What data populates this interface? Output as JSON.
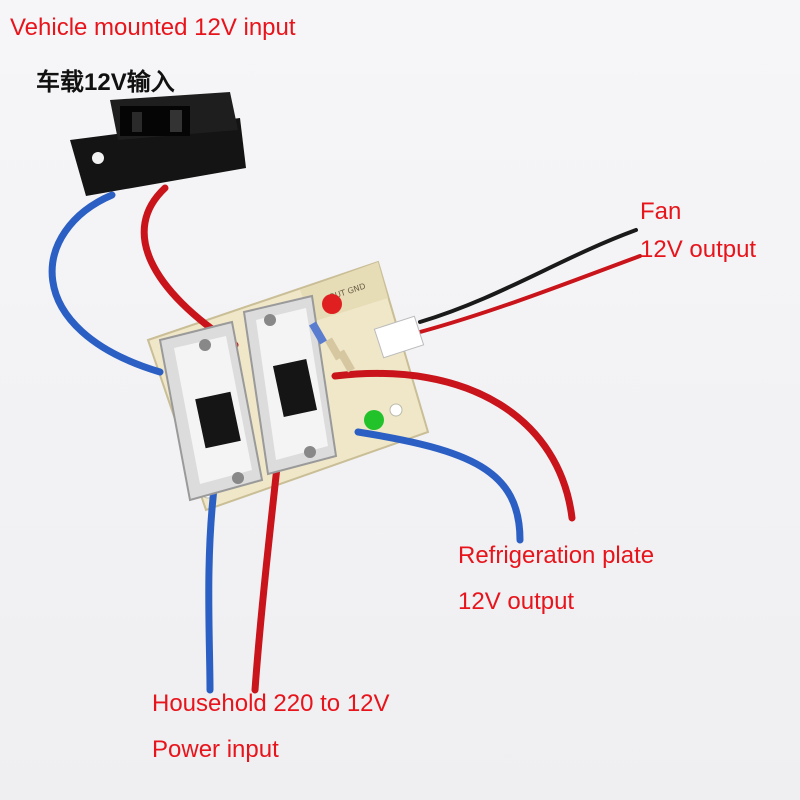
{
  "labels": {
    "vehicle_input": "Vehicle mounted 12V input",
    "vehicle_input_cn": "车载12V输入",
    "fan": "Fan",
    "fan_output": "12V output",
    "refrigeration": "Refrigeration plate",
    "refrigeration_output": "12V output",
    "household": "Household 220 to 12V",
    "household_input": "Power input"
  },
  "colors": {
    "label_red": "#e8141b",
    "label_black": "#111111",
    "wire_red": "#c8141a",
    "wire_blue": "#2b5fc4",
    "wire_black": "#1a1a1a",
    "pcb": "#efe7c8",
    "led_red": "#e02020",
    "led_green": "#22c22a"
  }
}
